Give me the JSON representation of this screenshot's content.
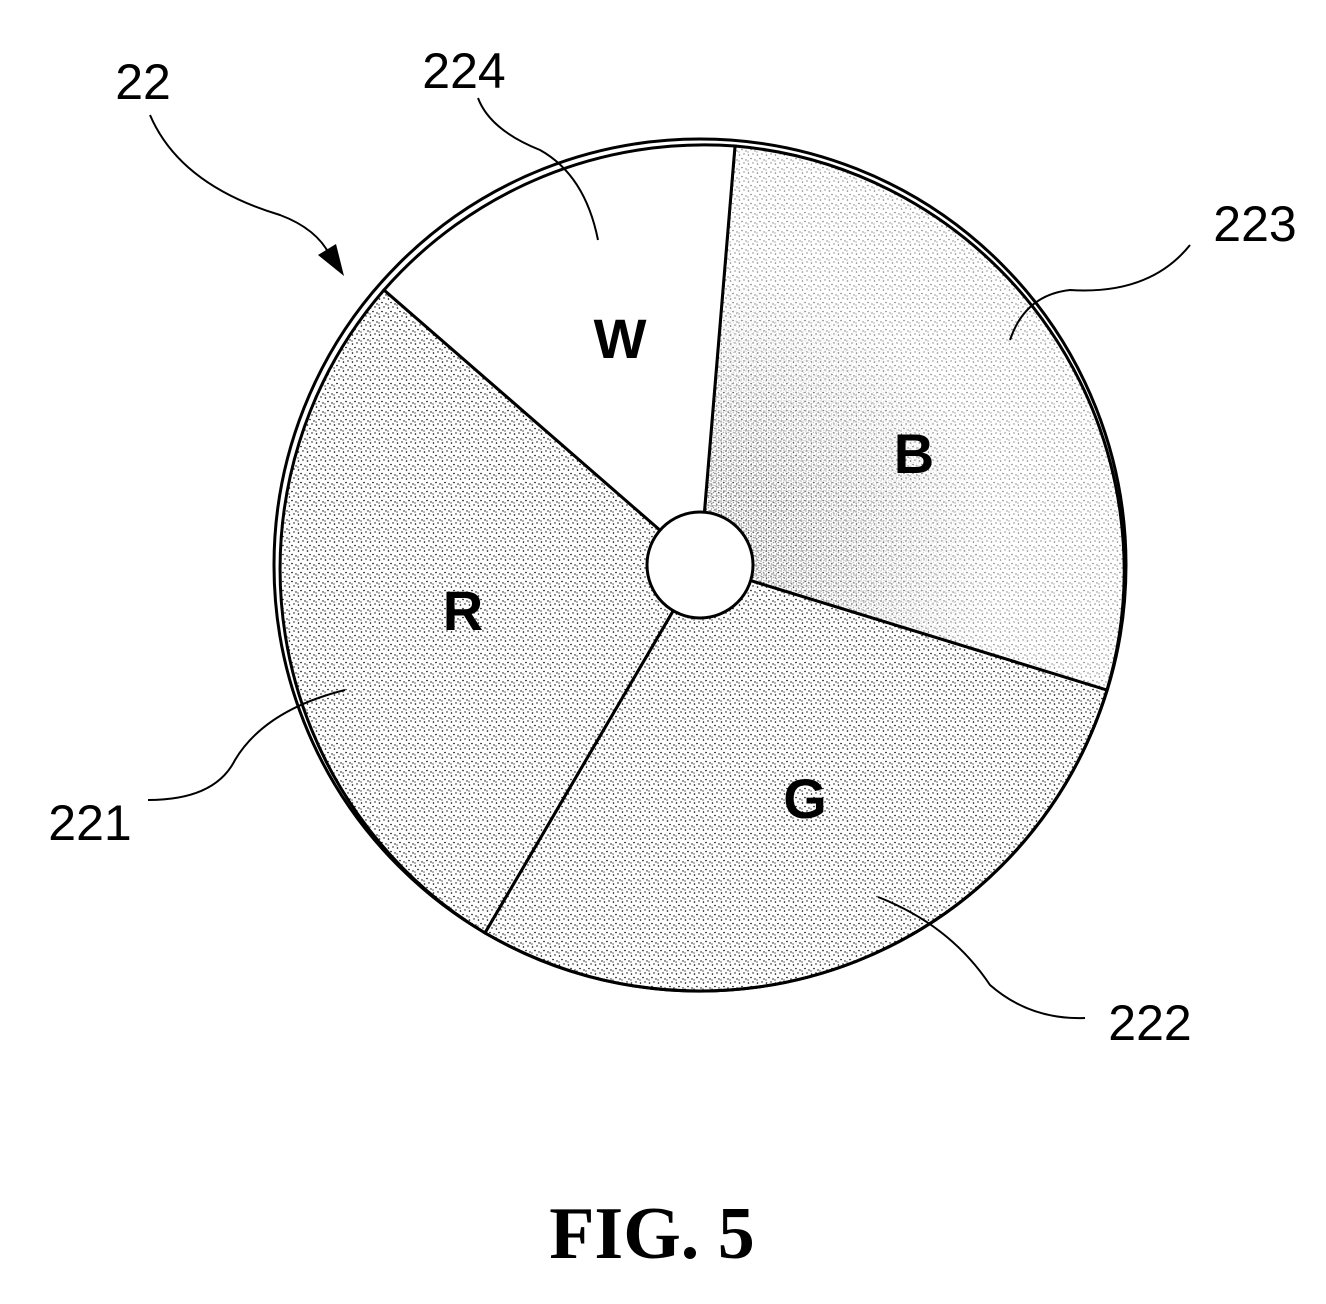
{
  "figure": {
    "caption": "FIG. 5",
    "assembly_label": "22"
  },
  "sectors": [
    {
      "id": "red",
      "letter": "R",
      "ref": "221",
      "fill": "stipple"
    },
    {
      "id": "green",
      "letter": "G",
      "ref": "222",
      "fill": "stipple"
    },
    {
      "id": "blue",
      "letter": "B",
      "ref": "223",
      "fill": "stipple-dense-gradient"
    },
    {
      "id": "white",
      "letter": "W",
      "ref": "224",
      "fill": "blank"
    }
  ],
  "colors": {
    "ink": "#000000",
    "paper": "#ffffff"
  }
}
